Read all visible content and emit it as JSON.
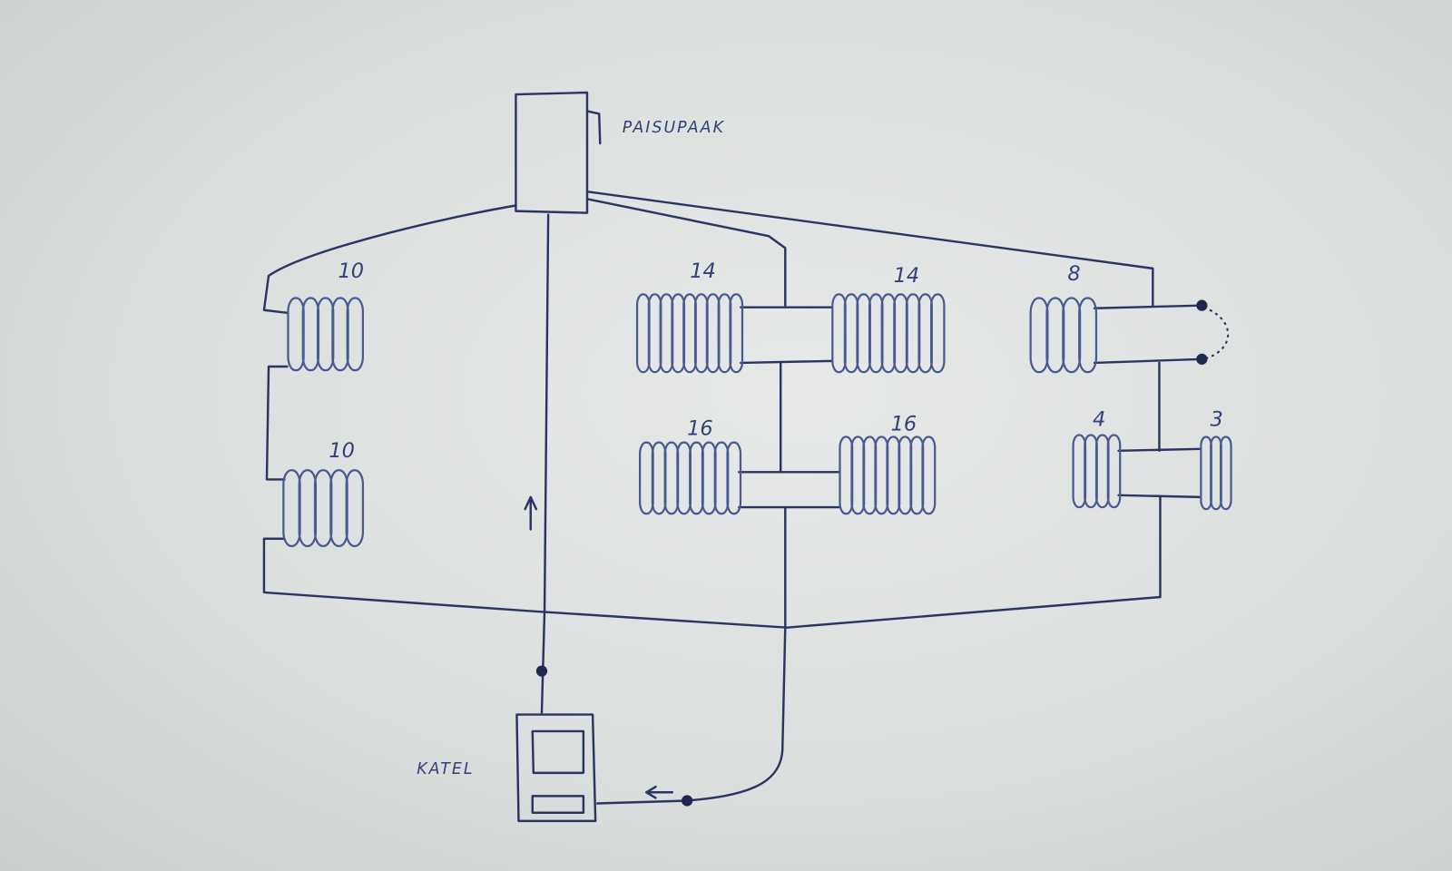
{
  "labels": {
    "expansion_tank": "PAISUPAAK",
    "boiler": "KATEL"
  },
  "radiators": [
    {
      "id": "left-upper",
      "sections": "10"
    },
    {
      "id": "left-lower",
      "sections": "10"
    },
    {
      "id": "middle-upper-left",
      "sections": "14"
    },
    {
      "id": "middle-upper-right",
      "sections": "14"
    },
    {
      "id": "right-upper",
      "sections": "8"
    },
    {
      "id": "middle-lower-left",
      "sections": "16"
    },
    {
      "id": "middle-lower-right",
      "sections": "16"
    },
    {
      "id": "right-lower-left",
      "sections": "4"
    },
    {
      "id": "right-lower-right",
      "sections": "3"
    }
  ],
  "colors": {
    "ink": "#2b3562",
    "paper": "#dde1e0"
  }
}
